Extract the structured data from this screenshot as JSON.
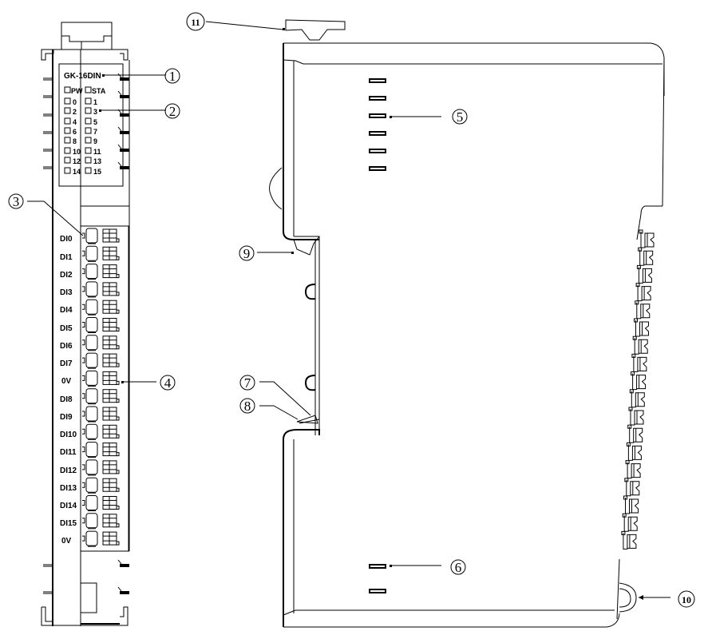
{
  "diagram": {
    "type": "technical-drawing",
    "subject": "I/O module front and side view",
    "front_view": {
      "model_label": "GK-16DIN",
      "led_panel": {
        "status_leds": [
          "PW",
          "STA"
        ],
        "channel_leds": [
          [
            "0",
            "1"
          ],
          [
            "2",
            "3"
          ],
          [
            "4",
            "5"
          ],
          [
            "6",
            "7"
          ],
          [
            "8",
            "9"
          ],
          [
            "10",
            "11"
          ],
          [
            "12",
            "13"
          ],
          [
            "14",
            "15"
          ]
        ]
      },
      "terminals": [
        "DI0",
        "DI1",
        "DI2",
        "DI3",
        "DI4",
        "DI5",
        "DI6",
        "DI7",
        "0V",
        "DI8",
        "DI9",
        "DI10",
        "DI11",
        "DI12",
        "DI13",
        "DI14",
        "DI15",
        "0V"
      ]
    },
    "callouts": [
      {
        "id": "1",
        "label": "①",
        "target": "model-label"
      },
      {
        "id": "2",
        "label": "②",
        "target": "led-indicators"
      },
      {
        "id": "3",
        "label": "③",
        "target": "terminal-release-button"
      },
      {
        "id": "4",
        "label": "④",
        "target": "terminal-block"
      },
      {
        "id": "5",
        "label": "⑤",
        "target": "upper-vent-slots"
      },
      {
        "id": "6",
        "label": "⑥",
        "target": "lower-vent-slots"
      },
      {
        "id": "7",
        "label": "⑦",
        "target": "din-rail-clip-upper"
      },
      {
        "id": "8",
        "label": "⑧",
        "target": "din-rail-clip-lower"
      },
      {
        "id": "9",
        "label": "⑨",
        "target": "din-rail-hook"
      },
      {
        "id": "10",
        "label": "⑩",
        "target": "bottom-latch-ring"
      },
      {
        "id": "11",
        "label": "⑪",
        "target": "top-release-lever"
      }
    ]
  }
}
